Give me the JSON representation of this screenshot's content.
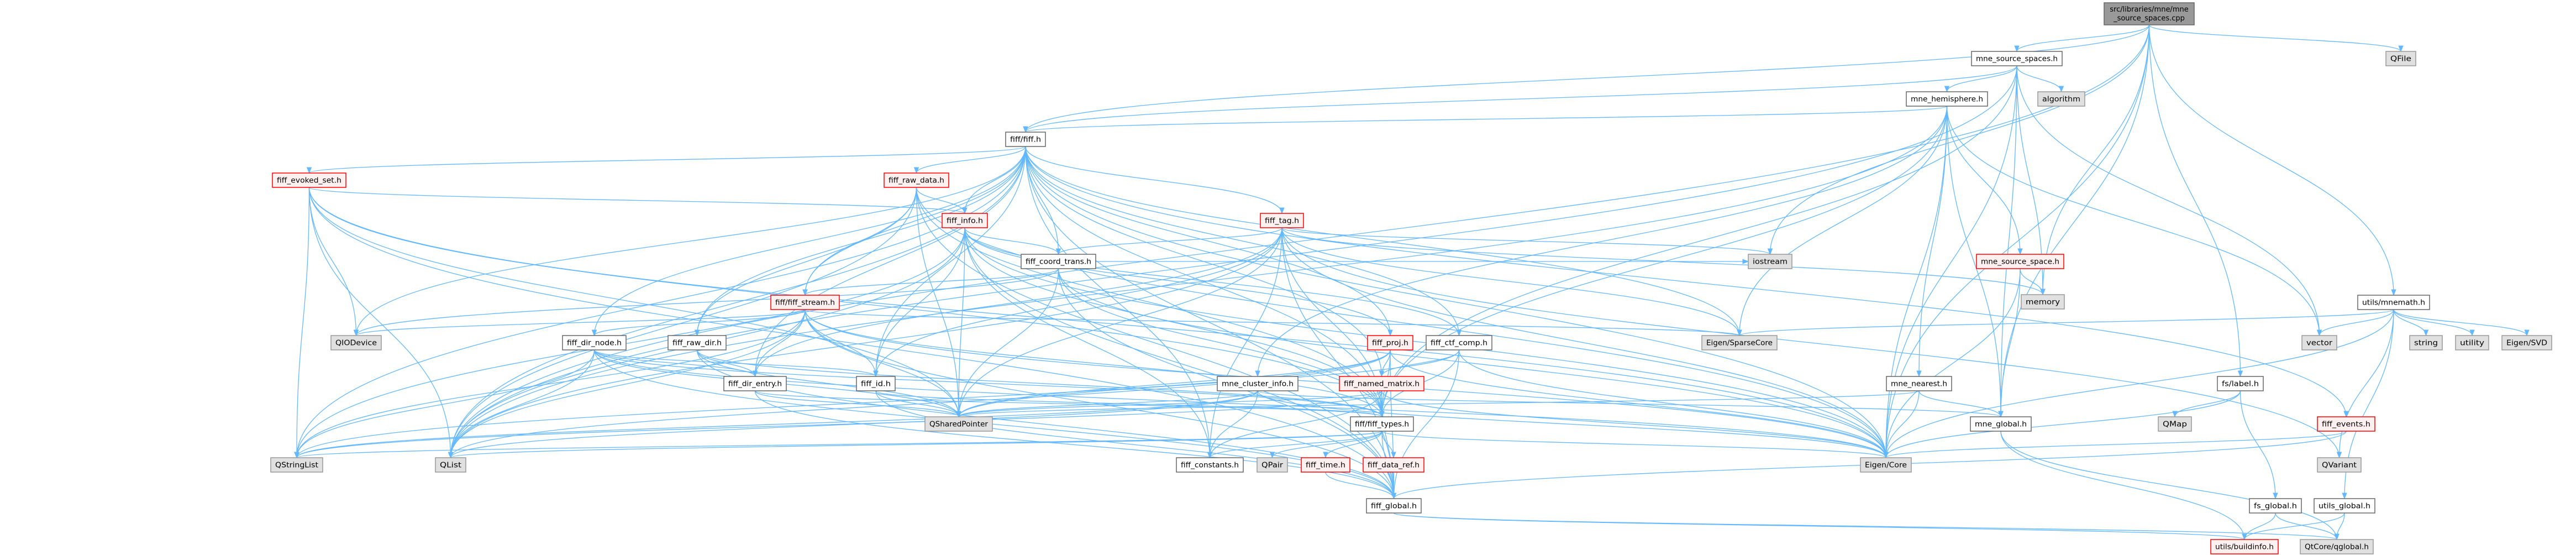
{
  "title": "src/libraries/mne/mne_source_spaces.cpp",
  "colors": {
    "edge": "#63b8ff",
    "root_fill": "#999999",
    "root_stroke": "#666666",
    "normal_fill": "#ffffff",
    "normal_stroke": "#666666",
    "truncated_fill": "#fff0f0",
    "truncated_stroke": "#ff0000",
    "external_fill": "#e0e0e0",
    "external_stroke": "#999999"
  },
  "graph": {
    "nodes": [
      {
        "id": "root",
        "label": "src/libraries/mne/mne_source_spaces.cpp",
        "lines": [
          "src/libraries/mne/mne",
          "_source_spaces.cpp"
        ],
        "kind": "root"
      },
      {
        "id": "mss",
        "label": "mne_source_spaces.h",
        "kind": "normal"
      },
      {
        "id": "qfile",
        "label": "QFile",
        "kind": "external"
      },
      {
        "id": "hemi",
        "label": "mne_hemisphere.h",
        "kind": "normal"
      },
      {
        "id": "algorithm",
        "label": "algorithm",
        "kind": "external"
      },
      {
        "id": "fiff",
        "label": "fiff/fiff.h",
        "kind": "normal"
      },
      {
        "id": "raw_data",
        "label": "fiff_raw_data.h",
        "kind": "truncated"
      },
      {
        "id": "evoked",
        "label": "fiff_evoked_set.h",
        "kind": "truncated"
      },
      {
        "id": "info",
        "label": "fiff_info.h",
        "kind": "truncated"
      },
      {
        "id": "tag",
        "label": "fiff_tag.h",
        "kind": "truncated"
      },
      {
        "id": "coord",
        "label": "fiff_coord_trans.h",
        "kind": "normal"
      },
      {
        "id": "iostream",
        "label": "iostream",
        "kind": "external"
      },
      {
        "id": "mss1",
        "label": "mne_source_space.h",
        "kind": "truncated"
      },
      {
        "id": "stream",
        "label": "fiff/fiff_stream.h",
        "kind": "truncated"
      },
      {
        "id": "memory",
        "label": "memory",
        "kind": "external"
      },
      {
        "id": "mnemath",
        "label": "utils/mnemath.h",
        "kind": "normal"
      },
      {
        "id": "dir_node",
        "label": "fiff_dir_node.h",
        "kind": "normal"
      },
      {
        "id": "raw_dir",
        "label": "fiff_raw_dir.h",
        "kind": "normal"
      },
      {
        "id": "qiodevice",
        "label": "QIODevice",
        "kind": "external"
      },
      {
        "id": "proj",
        "label": "fiff_proj.h",
        "kind": "truncated"
      },
      {
        "id": "ctf",
        "label": "fiff_ctf_comp.h",
        "kind": "normal"
      },
      {
        "id": "sparse",
        "label": "Eigen/SparseCore",
        "kind": "external"
      },
      {
        "id": "vector",
        "label": "vector",
        "kind": "external"
      },
      {
        "id": "string",
        "label": "string",
        "kind": "external"
      },
      {
        "id": "utility",
        "label": "utility",
        "kind": "external"
      },
      {
        "id": "svd",
        "label": "Eigen/SVD",
        "kind": "external"
      },
      {
        "id": "dir_entry",
        "label": "fiff_dir_entry.h",
        "kind": "normal"
      },
      {
        "id": "id",
        "label": "fiff_id.h",
        "kind": "normal"
      },
      {
        "id": "cluster",
        "label": "mne_cluster_info.h",
        "kind": "normal"
      },
      {
        "id": "named",
        "label": "fiff_named_matrix.h",
        "kind": "truncated"
      },
      {
        "id": "nearest",
        "label": "mne_nearest.h",
        "kind": "normal"
      },
      {
        "id": "label",
        "label": "fs/label.h",
        "kind": "normal"
      },
      {
        "id": "qsp",
        "label": "QSharedPointer",
        "kind": "external"
      },
      {
        "id": "types",
        "label": "fiff/fiff_types.h",
        "kind": "normal"
      },
      {
        "id": "mne_global",
        "label": "mne_global.h",
        "kind": "normal"
      },
      {
        "id": "qmap",
        "label": "QMap",
        "kind": "external"
      },
      {
        "id": "events",
        "label": "fiff_events.h",
        "kind": "truncated"
      },
      {
        "id": "qstringlist",
        "label": "QStringList",
        "kind": "external"
      },
      {
        "id": "qlist",
        "label": "QList",
        "kind": "external"
      },
      {
        "id": "constants",
        "label": "fiff_constants.h",
        "kind": "normal"
      },
      {
        "id": "qpair",
        "label": "QPair",
        "kind": "external"
      },
      {
        "id": "time",
        "label": "fiff_time.h",
        "kind": "truncated"
      },
      {
        "id": "data_ref",
        "label": "fiff_data_ref.h",
        "kind": "truncated"
      },
      {
        "id": "eigen_core",
        "label": "Eigen/Core",
        "kind": "external"
      },
      {
        "id": "qvariant",
        "label": "QVariant",
        "kind": "external"
      },
      {
        "id": "fiff_global",
        "label": "fiff_global.h",
        "kind": "normal"
      },
      {
        "id": "fs_global",
        "label": "fs_global.h",
        "kind": "normal"
      },
      {
        "id": "utils_global",
        "label": "utils_global.h",
        "kind": "normal"
      },
      {
        "id": "buildinfo",
        "label": "utils/buildinfo.h",
        "kind": "truncated"
      },
      {
        "id": "qglobal",
        "label": "QtCore/qglobal.h",
        "kind": "external"
      }
    ],
    "edges": [
      [
        "root",
        "mss"
      ],
      [
        "root",
        "qfile"
      ],
      [
        "root",
        "mnemath"
      ],
      [
        "root",
        "label"
      ],
      [
        "root",
        "fiff"
      ],
      [
        "root",
        "qlist"
      ],
      [
        "root",
        "eigen_core"
      ],
      [
        "root",
        "iostream"
      ],
      [
        "root",
        "mne_global"
      ],
      [
        "root",
        "memory"
      ],
      [
        "mss",
        "hemi"
      ],
      [
        "mss",
        "algorithm"
      ],
      [
        "mss",
        "fiff"
      ],
      [
        "mss",
        "qlist"
      ],
      [
        "mss",
        "eigen_core"
      ],
      [
        "mss",
        "memory"
      ],
      [
        "mss",
        "vector"
      ],
      [
        "mss",
        "mne_global"
      ],
      [
        "mss",
        "types"
      ],
      [
        "hemi",
        "fiff"
      ],
      [
        "hemi",
        "mss1"
      ],
      [
        "hemi",
        "cluster"
      ],
      [
        "hemi",
        "nearest"
      ],
      [
        "hemi",
        "mne_global"
      ],
      [
        "hemi",
        "eigen_core"
      ],
      [
        "hemi",
        "sparse"
      ],
      [
        "hemi",
        "qlist"
      ],
      [
        "hemi",
        "vector"
      ],
      [
        "hemi",
        "types"
      ],
      [
        "fiff",
        "raw_data"
      ],
      [
        "fiff",
        "evoked"
      ],
      [
        "fiff",
        "info"
      ],
      [
        "fiff",
        "tag"
      ],
      [
        "fiff",
        "stream"
      ],
      [
        "fiff",
        "coord"
      ],
      [
        "fiff",
        "dir_node"
      ],
      [
        "fiff",
        "raw_dir"
      ],
      [
        "fiff",
        "dir_entry"
      ],
      [
        "fiff",
        "id"
      ],
      [
        "fiff",
        "proj"
      ],
      [
        "fiff",
        "ctf"
      ],
      [
        "fiff",
        "named"
      ],
      [
        "fiff",
        "types"
      ],
      [
        "fiff",
        "constants"
      ],
      [
        "fiff",
        "events"
      ],
      [
        "fiff",
        "fiff_global"
      ],
      [
        "fiff",
        "qiodevice"
      ],
      [
        "fiff",
        "qstringlist"
      ],
      [
        "fiff",
        "qlist"
      ],
      [
        "fiff",
        "eigen_core"
      ],
      [
        "fiff",
        "sparse"
      ],
      [
        "raw_data",
        "info"
      ],
      [
        "raw_data",
        "stream"
      ],
      [
        "raw_data",
        "raw_dir"
      ],
      [
        "raw_data",
        "fiff_global"
      ],
      [
        "raw_data",
        "types"
      ],
      [
        "raw_data",
        "eigen_core"
      ],
      [
        "raw_data",
        "qsp"
      ],
      [
        "raw_data",
        "qlist"
      ],
      [
        "evoked",
        "info"
      ],
      [
        "evoked",
        "qiodevice"
      ],
      [
        "evoked",
        "qstringlist"
      ],
      [
        "evoked",
        "qlist"
      ],
      [
        "evoked",
        "types"
      ],
      [
        "evoked",
        "fiff_global"
      ],
      [
        "evoked",
        "qsp"
      ],
      [
        "evoked",
        "eigen_core"
      ],
      [
        "info",
        "types"
      ],
      [
        "info",
        "id"
      ],
      [
        "info",
        "coord"
      ],
      [
        "info",
        "proj"
      ],
      [
        "info",
        "ctf"
      ],
      [
        "info",
        "fiff_global"
      ],
      [
        "info",
        "qsp"
      ],
      [
        "info",
        "qlist"
      ],
      [
        "info",
        "qstringlist"
      ],
      [
        "info",
        "eigen_core"
      ],
      [
        "info",
        "constants"
      ],
      [
        "tag",
        "coord"
      ],
      [
        "tag",
        "id"
      ],
      [
        "tag",
        "dir_entry"
      ],
      [
        "tag",
        "types"
      ],
      [
        "tag",
        "fiff_global"
      ],
      [
        "tag",
        "constants"
      ],
      [
        "tag",
        "qsp"
      ],
      [
        "tag",
        "qlist"
      ],
      [
        "tag",
        "eigen_core"
      ],
      [
        "tag",
        "sparse"
      ],
      [
        "tag",
        "iostream"
      ],
      [
        "tag",
        "memory"
      ],
      [
        "tag",
        "qvariant"
      ],
      [
        "stream",
        "dir_node"
      ],
      [
        "stream",
        "dir_entry"
      ],
      [
        "stream",
        "id"
      ],
      [
        "stream",
        "types"
      ],
      [
        "stream",
        "fiff_global"
      ],
      [
        "stream",
        "qiodevice"
      ],
      [
        "stream",
        "qlist"
      ],
      [
        "stream",
        "qstringlist"
      ],
      [
        "stream",
        "qsp"
      ],
      [
        "stream",
        "eigen_core"
      ],
      [
        "stream",
        "sparse"
      ],
      [
        "coord",
        "stream"
      ],
      [
        "coord",
        "types"
      ],
      [
        "coord",
        "fiff_global"
      ],
      [
        "coord",
        "qsp"
      ],
      [
        "coord",
        "eigen_core"
      ],
      [
        "coord",
        "qiodevice"
      ],
      [
        "coord",
        "iostream"
      ],
      [
        "dir_node",
        "dir_entry"
      ],
      [
        "dir_node",
        "id"
      ],
      [
        "dir_node",
        "types"
      ],
      [
        "dir_node",
        "fiff_global"
      ],
      [
        "dir_node",
        "qlist"
      ],
      [
        "dir_node",
        "qstringlist"
      ],
      [
        "dir_node",
        "qsp"
      ],
      [
        "dir_node",
        "eigen_core"
      ],
      [
        "raw_dir",
        "dir_entry"
      ],
      [
        "raw_dir",
        "types"
      ],
      [
        "raw_dir",
        "fiff_global"
      ],
      [
        "raw_dir",
        "qsp"
      ],
      [
        "dir_entry",
        "types"
      ],
      [
        "dir_entry",
        "fiff_global"
      ],
      [
        "dir_entry",
        "qsp"
      ],
      [
        "id",
        "types"
      ],
      [
        "id",
        "fiff_global"
      ],
      [
        "id",
        "qsp"
      ],
      [
        "proj",
        "named"
      ],
      [
        "proj",
        "types"
      ],
      [
        "proj",
        "fiff_global"
      ],
      [
        "proj",
        "qsp"
      ],
      [
        "proj",
        "qlist"
      ],
      [
        "proj",
        "qstringlist"
      ],
      [
        "proj",
        "eigen_core"
      ],
      [
        "ctf",
        "named"
      ],
      [
        "ctf",
        "types"
      ],
      [
        "ctf",
        "fiff_global"
      ],
      [
        "ctf",
        "qsp"
      ],
      [
        "ctf",
        "eigen_core"
      ],
      [
        "cluster",
        "constants"
      ],
      [
        "cluster",
        "qlist"
      ],
      [
        "cluster",
        "qstringlist"
      ],
      [
        "cluster",
        "qsp"
      ],
      [
        "cluster",
        "eigen_core"
      ],
      [
        "cluster",
        "mne_global"
      ],
      [
        "named",
        "types"
      ],
      [
        "named",
        "fiff_global"
      ],
      [
        "named",
        "constants"
      ],
      [
        "named",
        "qsp"
      ],
      [
        "named",
        "eigen_core"
      ],
      [
        "named",
        "qstringlist"
      ],
      [
        "types",
        "constants"
      ],
      [
        "types",
        "qpair"
      ],
      [
        "types",
        "time"
      ],
      [
        "types",
        "data_ref"
      ],
      [
        "types",
        "fiff_global"
      ],
      [
        "types",
        "qlist"
      ],
      [
        "types",
        "qstringlist"
      ],
      [
        "types",
        "eigen_core"
      ],
      [
        "time",
        "fiff_global"
      ],
      [
        "data_ref",
        "fiff_global"
      ],
      [
        "fiff_global",
        "buildinfo"
      ],
      [
        "fiff_global",
        "qglobal"
      ],
      [
        "mss1",
        "mne_global"
      ],
      [
        "mss1",
        "memory"
      ],
      [
        "mss1",
        "eigen_core"
      ],
      [
        "nearest",
        "mne_global"
      ],
      [
        "nearest",
        "eigen_core"
      ],
      [
        "nearest",
        "qsp"
      ],
      [
        "mne_global",
        "buildinfo"
      ],
      [
        "mne_global",
        "qglobal"
      ],
      [
        "mnemath",
        "vector"
      ],
      [
        "mnemath",
        "string"
      ],
      [
        "mnemath",
        "utility"
      ],
      [
        "mnemath",
        "svd"
      ],
      [
        "mnemath",
        "eigen_core"
      ],
      [
        "mnemath",
        "sparse"
      ],
      [
        "mnemath",
        "qvariant"
      ],
      [
        "mnemath",
        "utils_global"
      ],
      [
        "utils_global",
        "buildinfo"
      ],
      [
        "utils_global",
        "qglobal"
      ],
      [
        "label",
        "qmap"
      ],
      [
        "label",
        "eigen_core"
      ],
      [
        "label",
        "fs_global"
      ],
      [
        "fs_global",
        "buildinfo"
      ],
      [
        "fs_global",
        "qglobal"
      ],
      [
        "events",
        "fiff_global"
      ],
      [
        "events",
        "eigen_core"
      ]
    ]
  }
}
